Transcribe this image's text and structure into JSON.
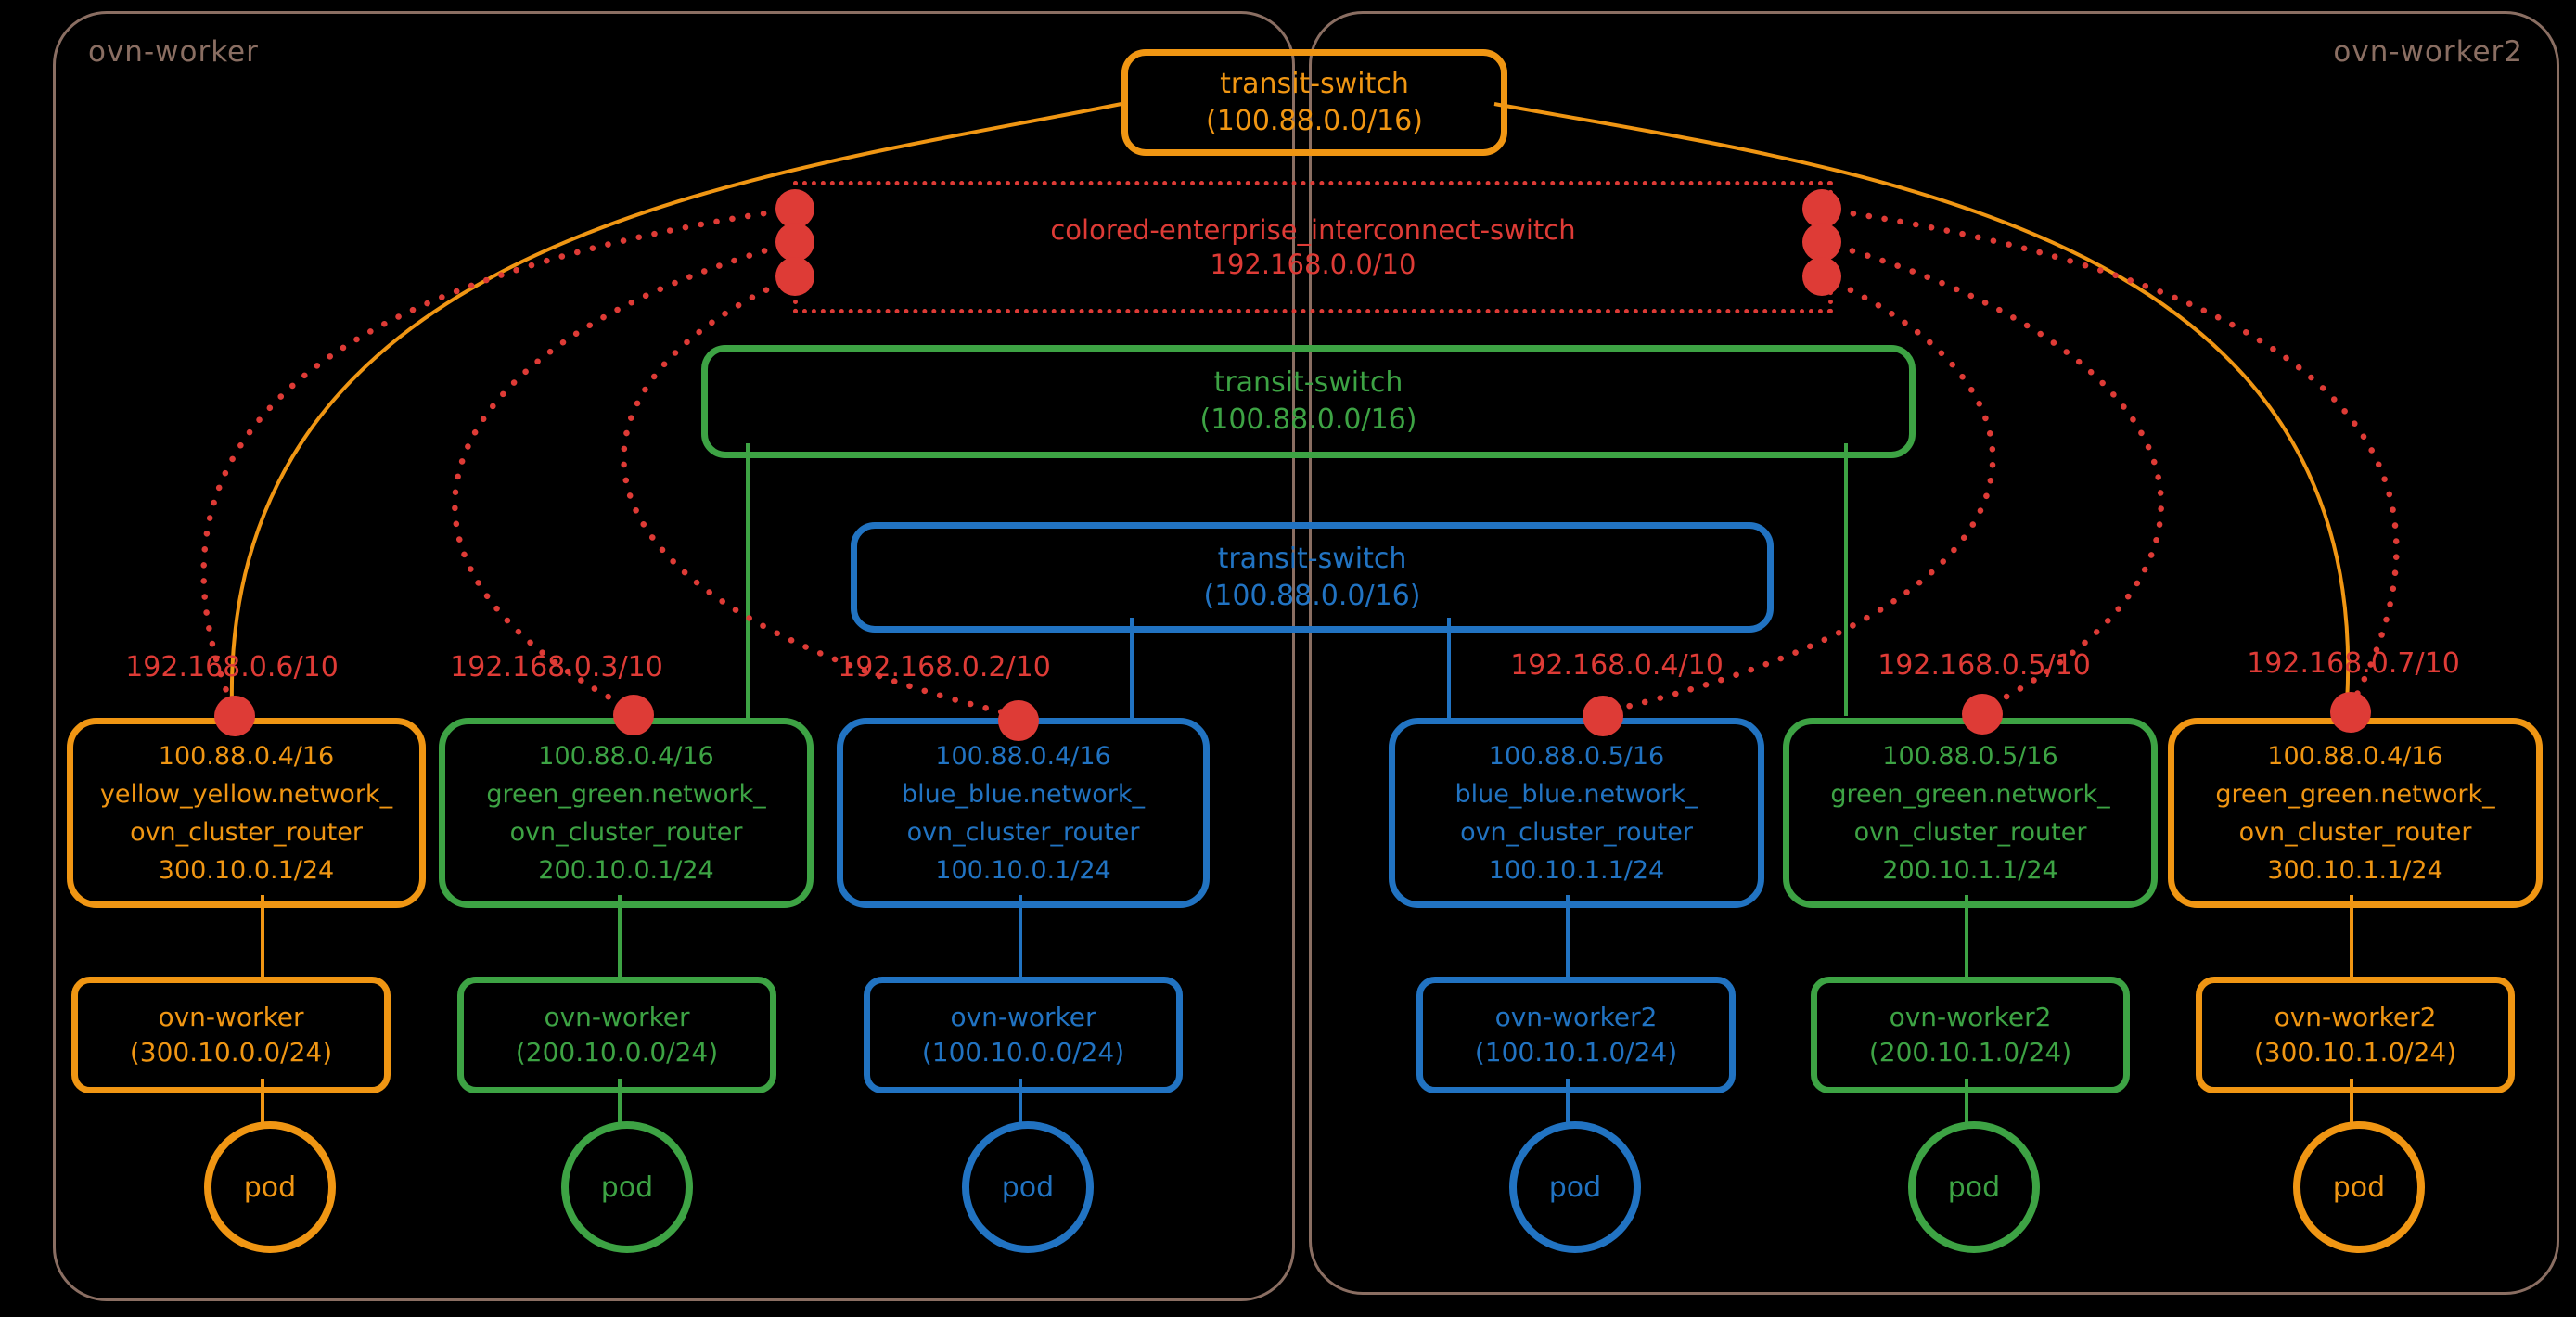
{
  "diagram": {
    "containers": [
      {
        "label": "ovn-worker"
      },
      {
        "label": "ovn-worker2"
      }
    ],
    "transit_switches": [
      {
        "color": "orange",
        "line1": "transit-switch",
        "line2": "(100.88.0.0/16)"
      },
      {
        "color": "green",
        "line1": "transit-switch",
        "line2": "(100.88.0.0/16)"
      },
      {
        "color": "blue",
        "line1": "transit-switch",
        "line2": "(100.88.0.0/16)"
      }
    ],
    "interconnect_switch": {
      "line1": "colored-enterprise_interconnect-switch",
      "line2": "192.168.0.0/10"
    },
    "port_labels": [
      "192.168.0.6/10",
      "192.168.0.3/10",
      "192.168.0.2/10",
      "192.168.0.4/10",
      "192.168.0.5/10",
      "192.168.0.7/10"
    ],
    "routers": [
      {
        "color": "orange",
        "lines": [
          "100.88.0.4/16",
          "yellow_yellow.network_",
          "ovn_cluster_router",
          "300.10.0.1/24"
        ]
      },
      {
        "color": "green",
        "lines": [
          "100.88.0.4/16",
          "green_green.network_",
          "ovn_cluster_router",
          "200.10.0.1/24"
        ]
      },
      {
        "color": "blue",
        "lines": [
          "100.88.0.4/16",
          "blue_blue.network_",
          "ovn_cluster_router",
          "100.10.0.1/24"
        ]
      },
      {
        "color": "blue",
        "lines": [
          "100.88.0.5/16",
          "blue_blue.network_",
          "ovn_cluster_router",
          "100.10.1.1/24"
        ]
      },
      {
        "color": "green",
        "lines": [
          "100.88.0.5/16",
          "green_green.network_",
          "ovn_cluster_router",
          "200.10.1.1/24"
        ]
      },
      {
        "color": "orange",
        "lines": [
          "100.88.0.4/16",
          "green_green.network_",
          "ovn_cluster_router",
          "300.10.1.1/24"
        ]
      }
    ],
    "worker_switches": [
      {
        "color": "orange",
        "line1": "ovn-worker",
        "line2": "(300.10.0.0/24)"
      },
      {
        "color": "green",
        "line1": "ovn-worker",
        "line2": "(200.10.0.0/24)"
      },
      {
        "color": "blue",
        "line1": "ovn-worker",
        "line2": "(100.10.0.0/24)"
      },
      {
        "color": "blue",
        "line1": "ovn-worker2",
        "line2": "(100.10.1.0/24)"
      },
      {
        "color": "green",
        "line1": "ovn-worker2",
        "line2": "(200.10.1.0/24)"
      },
      {
        "color": "orange",
        "line1": "ovn-worker2",
        "line2": "(300.10.1.0/24)"
      }
    ],
    "pods": [
      {
        "label": "pod"
      },
      {
        "label": "pod"
      },
      {
        "label": "pod"
      },
      {
        "label": "pod"
      },
      {
        "label": "pod"
      },
      {
        "label": "pod"
      }
    ],
    "colors": {
      "orange": "#F09613",
      "green": "#3DA344",
      "blue": "#2173C2",
      "red": "#DE3B36",
      "frame": "#8A6E62",
      "background": "#000000"
    }
  }
}
